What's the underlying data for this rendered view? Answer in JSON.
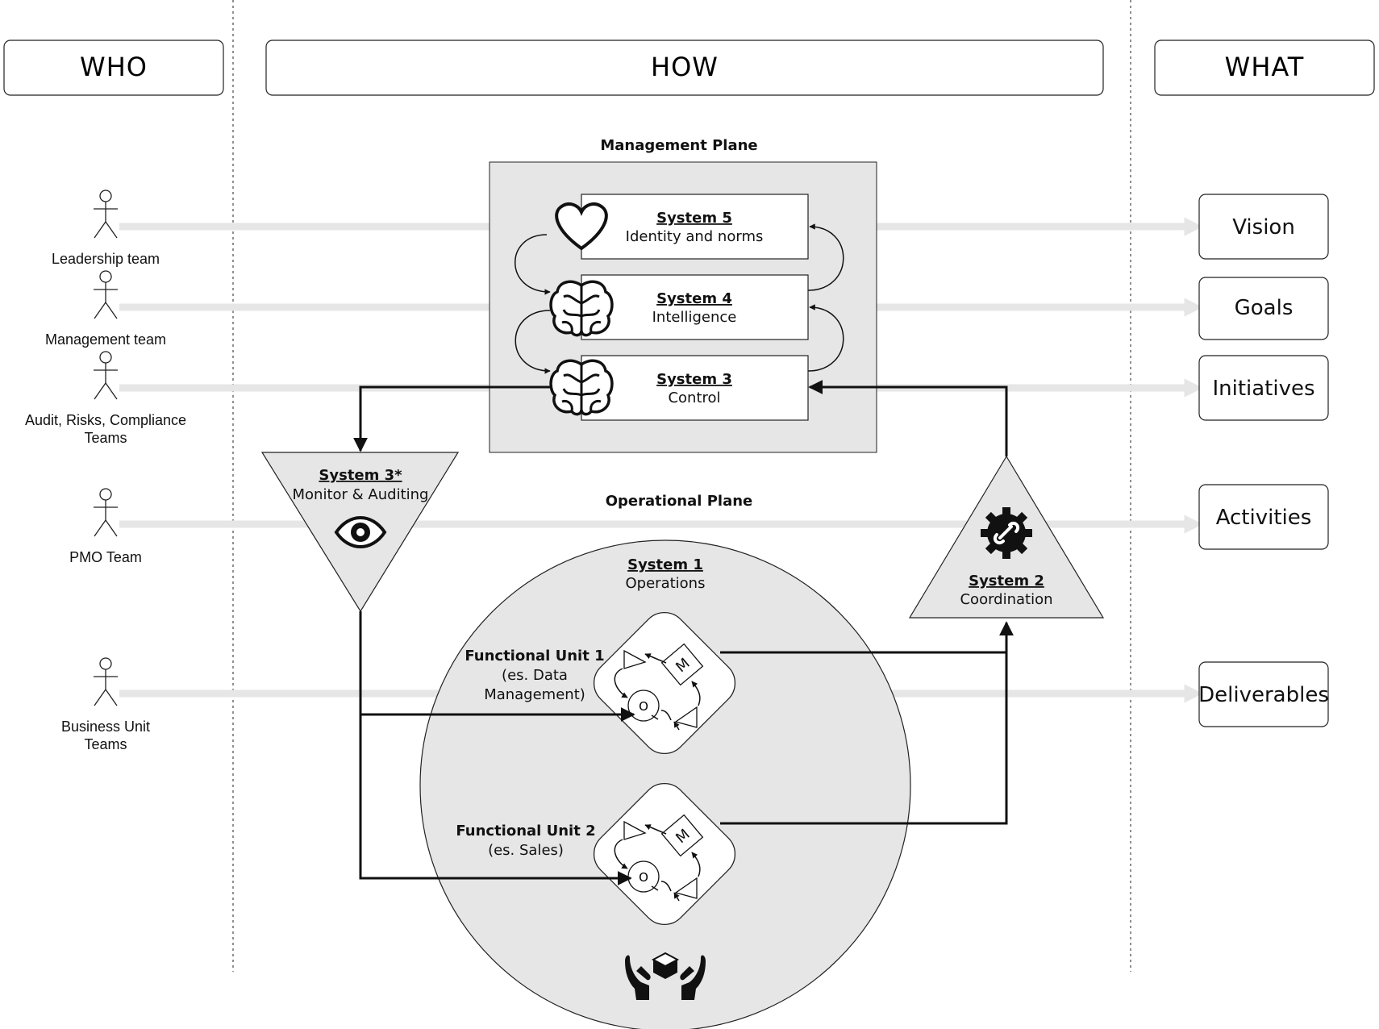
{
  "columns": {
    "who": "WHO",
    "how": "HOW",
    "what": "WHAT"
  },
  "who": [
    {
      "lines": [
        "Leadership team"
      ]
    },
    {
      "lines": [
        "Management team"
      ]
    },
    {
      "lines": [
        "Audit, Risks, Compliance",
        "Teams"
      ]
    },
    {
      "lines": [
        "PMO Team"
      ]
    },
    {
      "lines": [
        "Business Unit",
        "Teams"
      ]
    }
  ],
  "what": [
    "Vision",
    "Goals",
    "Initiatives",
    "Activities",
    "Deliverables"
  ],
  "planes": {
    "management": "Management Plane",
    "operational": "Operational Plane"
  },
  "systems": {
    "s5": {
      "title": "System 5",
      "subtitle": "Identity and norms"
    },
    "s4": {
      "title": "System 4",
      "subtitle": "Intelligence"
    },
    "s3": {
      "title": "System 3",
      "subtitle": "Control"
    },
    "s3star": {
      "title": "System 3*",
      "subtitle": "Monitor & Auditing"
    },
    "s2": {
      "title": "System 2",
      "subtitle": "Coordination"
    },
    "s1": {
      "title": "System 1",
      "subtitle": "Operations"
    }
  },
  "units": {
    "u1": {
      "lines": [
        "Functional Unit 1",
        "(es. Data",
        "Management)"
      ]
    },
    "u2": {
      "lines": [
        "Functional Unit 2",
        "(es. Sales)"
      ]
    },
    "m_label": "M",
    "o_label": "O"
  },
  "icons": [
    "heart-icon",
    "brain-icon",
    "eye-icon",
    "gear-link-icon",
    "hands-box-icon",
    "actor-icon"
  ]
}
